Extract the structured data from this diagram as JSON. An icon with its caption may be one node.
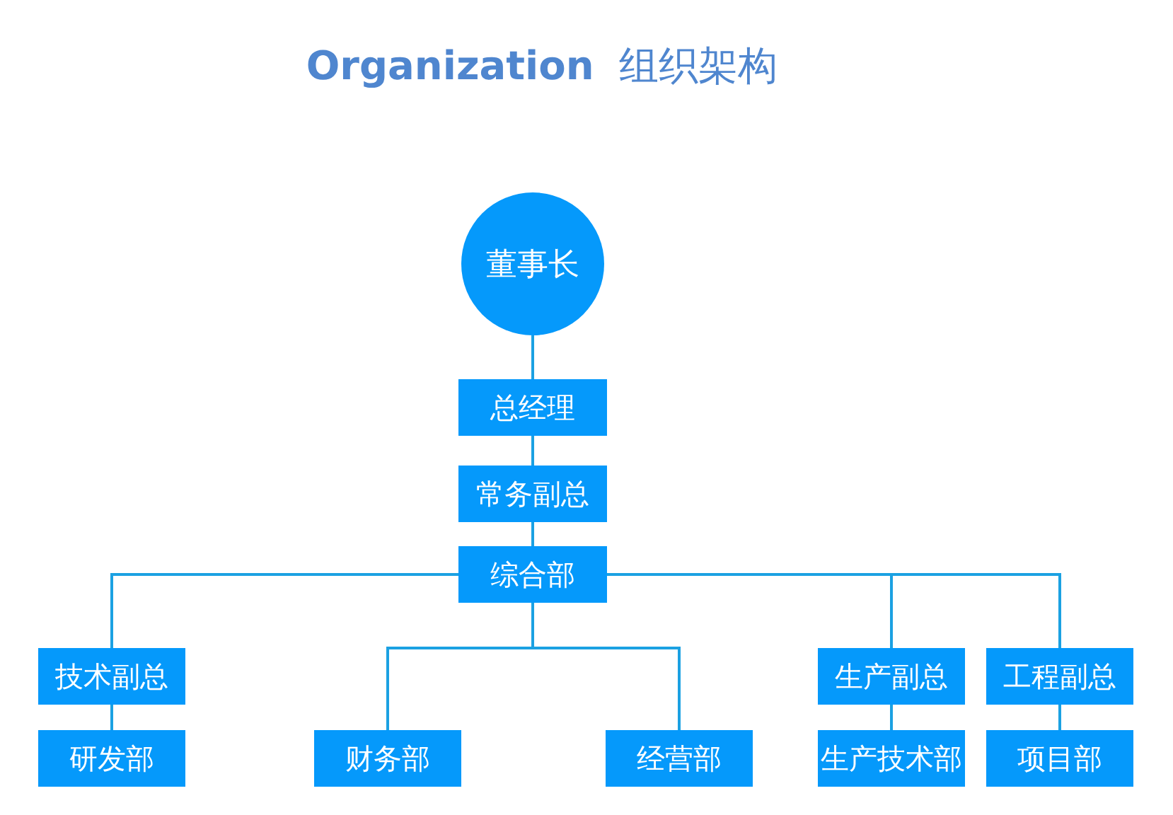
{
  "diagram": {
    "title": "**Organization**  组织架构",
    "nodes": [
      {
        "text": [
          "董事长"
        ]
      },
      {
        "text": [
          "总经理"
        ]
      },
      {
        "text": [
          "常务副总"
        ]
      },
      {
        "text": [
          "综合部"
        ]
      },
      {
        "text": [
          "技术副总"
        ]
      },
      {
        "text": [
          "研发部"
        ]
      },
      {
        "text": [
          "财务部"
        ]
      },
      {
        "text": [
          "经营部"
        ]
      },
      {
        "text": [
          "生产副总"
        ]
      },
      {
        "text": [
          "生产技术部"
        ]
      },
      {
        "text": [
          "工程副总"
        ]
      },
      {
        "text": [
          "项目部"
        ]
      }
    ],
    "edges": [
      {
        "from": 0,
        "to": 1,
        "arrow": "none"
      },
      {
        "from": 1,
        "to": 2,
        "arrow": "none"
      },
      {
        "from": 2,
        "to": 3,
        "arrow": "none"
      },
      {
        "from": 3,
        "to": 4,
        "arrow": "none"
      },
      {
        "from": 4,
        "to": 5,
        "arrow": "none"
      },
      {
        "from": 3,
        "to": 6,
        "arrow": "none"
      },
      {
        "from": 3,
        "to": 7,
        "arrow": "none"
      },
      {
        "from": 3,
        "to": 8,
        "arrow": "none"
      },
      {
        "from": 8,
        "to": 9,
        "arrow": "none"
      },
      {
        "from": 3,
        "to": 10,
        "arrow": "none"
      },
      {
        "from": 10,
        "to": 11,
        "arrow": "none"
      }
    ]
  }
}
